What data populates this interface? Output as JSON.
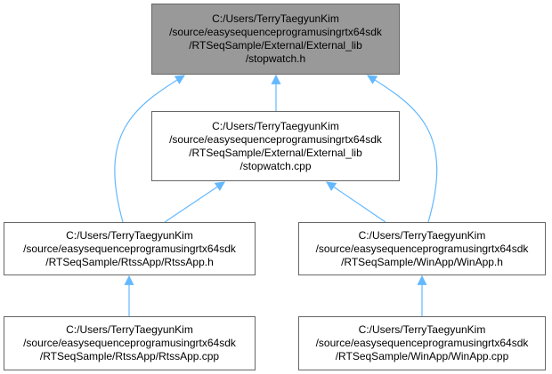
{
  "colors": {
    "edge": "#63b8ff",
    "node_border": "#666666",
    "current_fill": "#999999",
    "node_fill": "#ffffff"
  },
  "nodes": [
    {
      "id": "stopwatch-h",
      "current": true,
      "lines": [
        "C:/Users/TerryTaegyunKim",
        "/source/easysequenceprogramusingrtx64sdk",
        "/RTSeqSample/External/External_lib",
        "/stopwatch.h"
      ]
    },
    {
      "id": "stopwatch-cpp",
      "current": false,
      "lines": [
        "C:/Users/TerryTaegyunKim",
        "/source/easysequenceprogramusingrtx64sdk",
        "/RTSeqSample/External/External_lib",
        "/stopwatch.cpp"
      ]
    },
    {
      "id": "rtssapp-h",
      "current": false,
      "lines": [
        "C:/Users/TerryTaegyunKim",
        "/source/easysequenceprogramusingrtx64sdk",
        "/RTSeqSample/RtssApp/RtssApp.h"
      ]
    },
    {
      "id": "winapp-h",
      "current": false,
      "lines": [
        "C:/Users/TerryTaegyunKim",
        "/source/easysequenceprogramusingrtx64sdk",
        "/RTSeqSample/WinApp/WinApp.h"
      ]
    },
    {
      "id": "rtssapp-cpp",
      "current": false,
      "lines": [
        "C:/Users/TerryTaegyunKim",
        "/source/easysequenceprogramusingrtx64sdk",
        "/RTSeqSample/RtssApp/RtssApp.cpp"
      ]
    },
    {
      "id": "winapp-cpp",
      "current": false,
      "lines": [
        "C:/Users/TerryTaegyunKim",
        "/source/easysequenceprogramusingrtx64sdk",
        "/RTSeqSample/WinApp/WinApp.cpp"
      ]
    }
  ],
  "edges": [
    {
      "from": "stopwatch-cpp",
      "to": "stopwatch-h"
    },
    {
      "from": "rtssapp-h",
      "to": "stopwatch-h"
    },
    {
      "from": "winapp-h",
      "to": "stopwatch-h"
    },
    {
      "from": "rtssapp-h",
      "to": "stopwatch-cpp"
    },
    {
      "from": "winapp-h",
      "to": "stopwatch-cpp"
    },
    {
      "from": "rtssapp-cpp",
      "to": "rtssapp-h"
    },
    {
      "from": "winapp-cpp",
      "to": "winapp-h"
    }
  ]
}
